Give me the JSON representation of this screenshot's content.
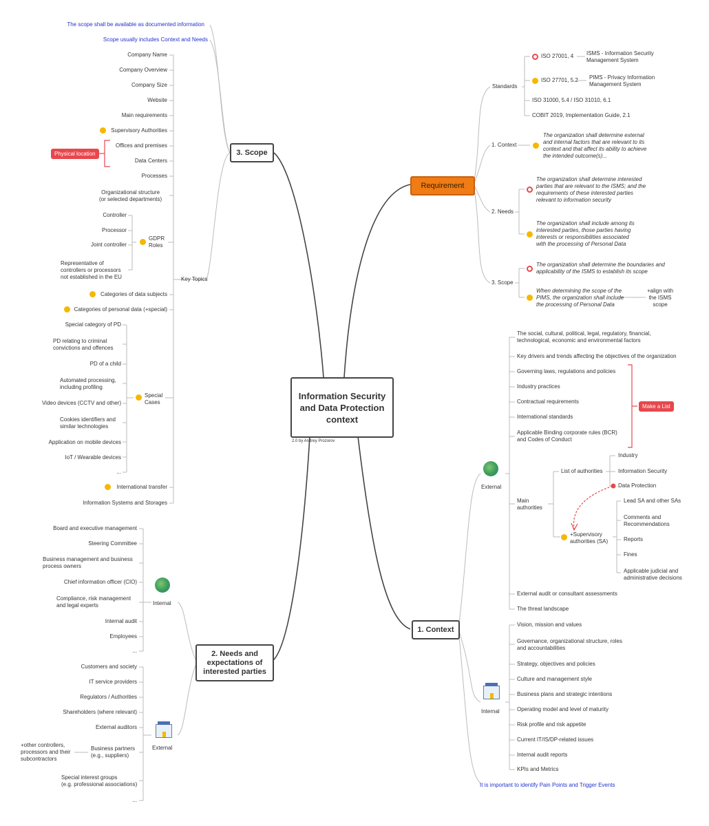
{
  "center": {
    "title": "Information Security and Data Protection context",
    "author": "2.0 by Andrey Prozorov"
  },
  "scope": {
    "label": "3. Scope",
    "note1": "The scope shall be available as documented information",
    "note2": "Scope usually includes Context and Needs",
    "key_topics": "Key Topics",
    "company_name": "Company Name",
    "company_overview": "Company Overview",
    "company_size": "Company Size",
    "website": "Website",
    "main_requirements": "Main requirements",
    "supervisory_authorities": "Supervisory Authorities",
    "offices": "Offices and premises",
    "data_centers": "Data Centers",
    "physical_location": "Physical location",
    "processes": "Processes",
    "org_structure": "Organizational structure\n(or selected departments)",
    "gdpr_roles": "GDPR\nRoles",
    "controller": "Controller",
    "processor": "Processor",
    "joint_controller": "Joint controller",
    "representative": "Representative of\ncontrollers or processors\nnot established in the EU",
    "cat_subjects": "Categories of data subjects",
    "cat_personal": "Categories of personal data (+special)",
    "special_cases": "Special\nCases",
    "special_pd": "Special category of PD",
    "criminal": "PD relating to criminal\nconvictions and offences",
    "child": "PD of a child",
    "automated": "Automated processing,\nincluding profiling",
    "video": "Video devices (CCTV and other)",
    "cookies": "Cookies identifiers and\nsimilar technologies",
    "mobile": "Application on mobile devices",
    "iot": "IoT / Wearable devices",
    "ellipsis": "...",
    "intl_transfer": "International transfer",
    "info_systems": "Information Systems and Storages"
  },
  "requirement": {
    "label": "Requirement",
    "standards": "Standards",
    "iso27001": "ISO 27001, 4",
    "isms": "ISMS - Information Security\nManagement System",
    "iso27701": "ISO 27701, 5.2",
    "pims": "PIMS - Privacy Information\nManagement System",
    "iso31000": "ISO 31000, 5.4 / ISO 31010, 6.1",
    "cobit": "COBIT 2019, Implementation Guide, 2.1",
    "context": "1. Context",
    "context_text": "The organization shall determine external\nand internal factors that are relevant to its\ncontext and that affect its ability to achieve\nthe intended outcome(s)...",
    "needs": "2. Needs",
    "needs_text1": "The organization shall determine interested\nparties that are relevant to the ISMS; and the\nrequirements of these interested parties\nrelevant to information security",
    "needs_text2": "The organization shall include among its\ninterested parties, those parties having\ninterests or responsibilities associated\nwith the processing of Personal Data",
    "scope": "3. Scope",
    "scope_text1": "The organization shall determine the boundaries and\napplicability of the ISMS to establish its scope",
    "scope_text2": "When determining the scope of the\nPIMS, the organization shall include\nthe processing of Personal Data",
    "align": "+align with\nthe ISMS\nscope"
  },
  "context": {
    "label": "1. Context",
    "external": "External",
    "ext1": "The social, cultural, political, legal, regulatory, financial,\ntechnological, economic and environmental factors",
    "ext2": "Key drivers and trends affecting the objectives of the organization",
    "ext3": "Governing laws, regulations and policies",
    "ext4": "Industry practices",
    "ext5": "Contractual requirements",
    "ext6": "International standards",
    "ext7": "Applicable Binding corporate rules (BCR)\nand Codes of Conduct",
    "make_list": "Make a List",
    "main_authorities": "Main\nauthorities",
    "list_auth": "List of authorities",
    "industry": "Industry",
    "infosec": "Information Security",
    "dataprot": "Data Protection",
    "supervisory": "+Supervisory\nauthorities (SA)",
    "lead_sa": "Lead SA and other SAs",
    "comments": "Comments and\nRecommendations",
    "reports": "Reports",
    "fines": "Fines",
    "judicial": "Applicable judicial and\nadministrative decisions",
    "ext_audit": "External audit or consultant assessments",
    "threat": "The threat landscape",
    "internal": "Internal",
    "int1": "Vision, mission and values",
    "int2": "Governance, organizational structure, roles\nand accountabilities",
    "int3": "Strategy, objectives and policies",
    "int4": "Culture and management style",
    "int5": "Business plans and strategic intentions",
    "int6": "Operating model and level of maturity",
    "int7": "Risk profile and risk appetite",
    "int8": "Current IT/IS/DP-related issues",
    "int9": "Internal audit reports",
    "int10": "KPIs and Metrics",
    "pain": "It is important to identify Pain Points and Trigger Events"
  },
  "needs": {
    "label": "2. Needs and\nexpectations of\ninterested parties",
    "internal": "Internal",
    "i1": "Board and executive management",
    "i2": "Steering Committee",
    "i3": "Business management and business\nprocess owners",
    "i4": "Chief information officer (CIO)",
    "i5": "Compliance, risk management\nand legal experts",
    "i6": "Internal audit",
    "i7": "Employees",
    "i8": "...",
    "external": "External",
    "e1": "Customers and society",
    "e2": "IT service providers",
    "e3": "Regulators / Authorities",
    "e4": "Shareholders (where relevant)",
    "e5": "External auditors",
    "e6": "Business partners\n(e.g., suppliers)",
    "e6note": "+other controllers,\nprocessors and their\nsubcontractors",
    "e7": "Special interest groups\n(e.g. professional associations)",
    "e8": "..."
  },
  "colors": {
    "accent": "#f07c15",
    "tag": "#e8474c",
    "blue": "#2233cc",
    "line": "#b8b8b8"
  }
}
